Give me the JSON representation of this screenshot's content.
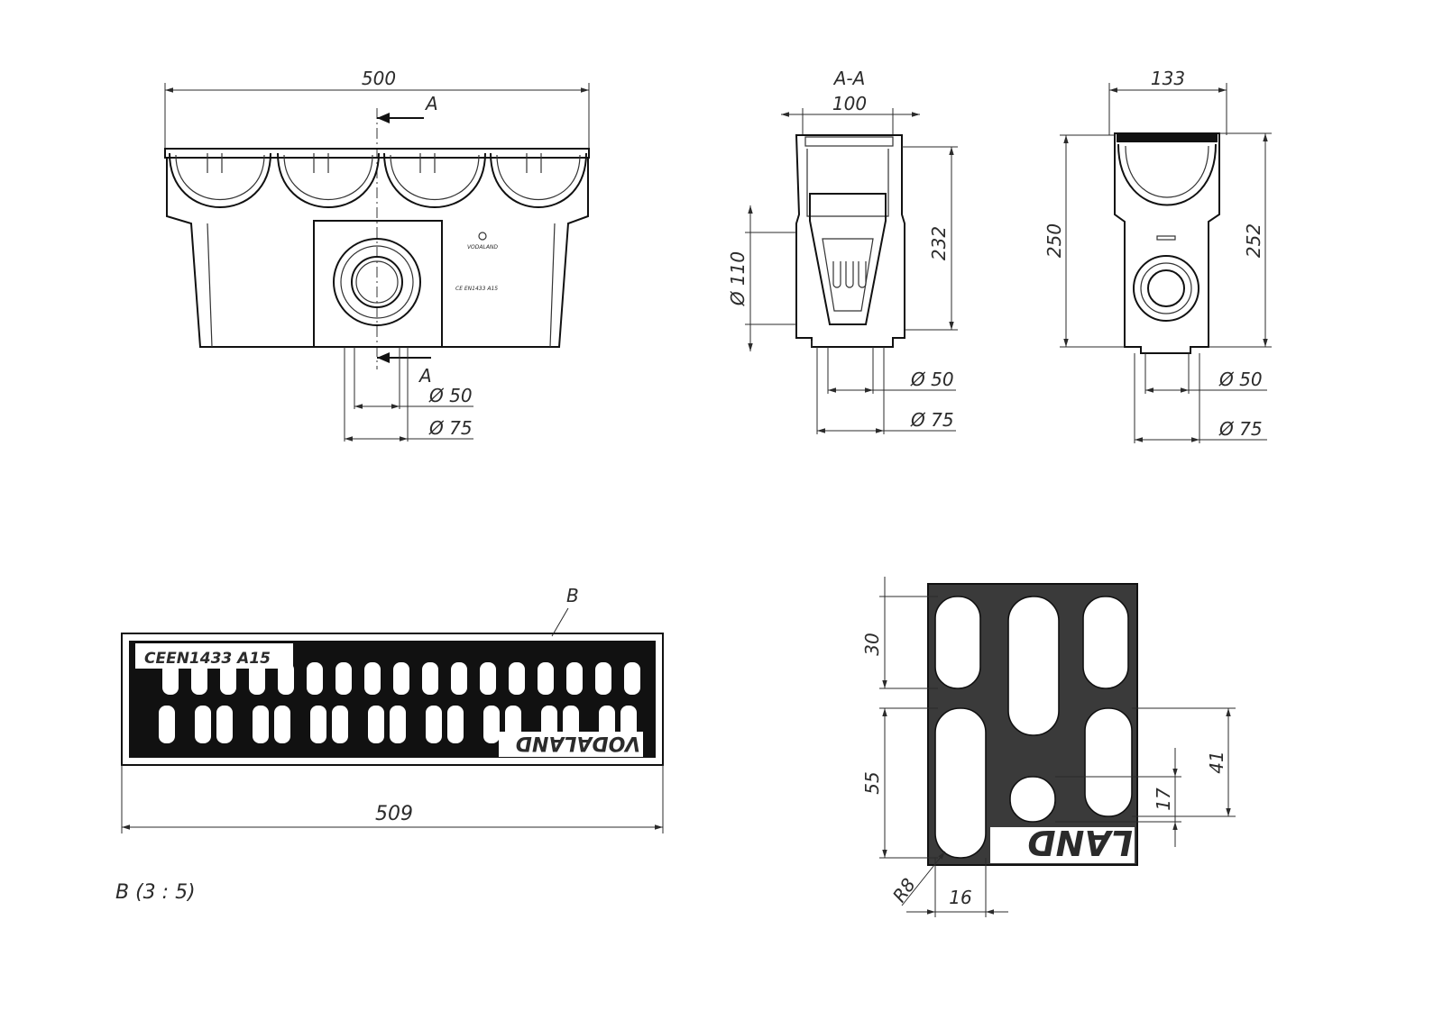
{
  "front_view": {
    "width_dim": "500",
    "section_label_top": "A",
    "section_label_bottom": "A",
    "outlet_small_dim": "Ø 50",
    "outlet_large_dim": "Ø 75",
    "brand_mark": "VODALAND",
    "cert_mark": "CE EN1433 A15"
  },
  "section_view": {
    "title": "A-A",
    "width_dim": "100",
    "inlet_dim": "Ø 110",
    "height_dim": "232",
    "outlet_small_dim": "Ø 50",
    "outlet_large_dim": "Ø 75"
  },
  "side_view": {
    "width_dim": "133",
    "height_left_dim": "250",
    "height_right_dim": "252",
    "outlet_small_dim": "Ø 50",
    "outlet_large_dim": "Ø 75"
  },
  "grate_view": {
    "callout": "B",
    "length_dim": "509",
    "cert_text": "CEEN1433 A15",
    "brand_text": "VODALAND"
  },
  "detail_view": {
    "title": "B (3 : 5)",
    "dim_30": "30",
    "dim_55": "55",
    "dim_41": "41",
    "dim_17": "17",
    "dim_16": "16",
    "radius": "R8",
    "brand_fragment": "LAND"
  }
}
